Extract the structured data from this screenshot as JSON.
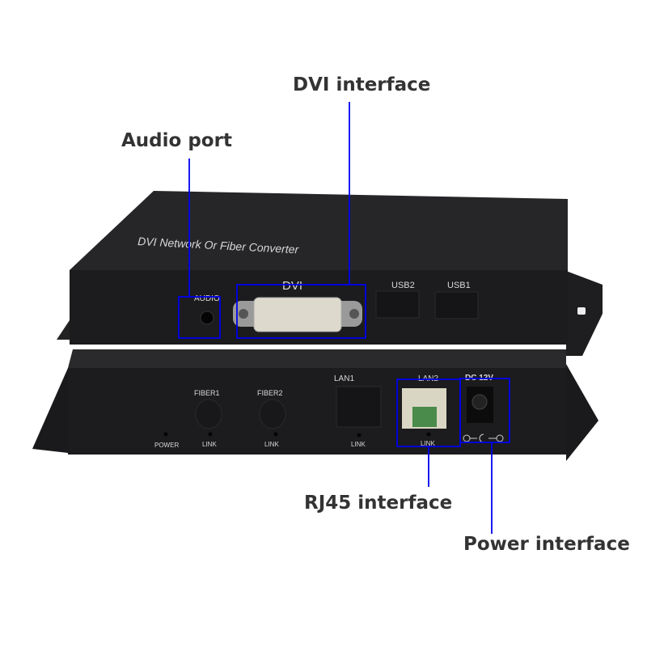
{
  "callouts": {
    "dvi": "DVI interface",
    "audio": "Audio port",
    "rj45": "RJ45 interface",
    "power": "Power interface"
  },
  "device": {
    "top_label": "DVI Network Or Fiber Converter",
    "top_ports": {
      "audio": "AUDIO",
      "dvi": "DVI",
      "usb2": "USB2",
      "usb1": "USB1"
    },
    "bottom_ports": {
      "fiber1": "FIBER1",
      "fiber2": "FIBER2",
      "lan1": "LAN1",
      "lan2": "LAN2",
      "dc": "DC 12V",
      "power": "POWER",
      "link": "LINK"
    }
  },
  "colors": {
    "annotation": "#0000ee",
    "device": "#1c1c1e"
  }
}
